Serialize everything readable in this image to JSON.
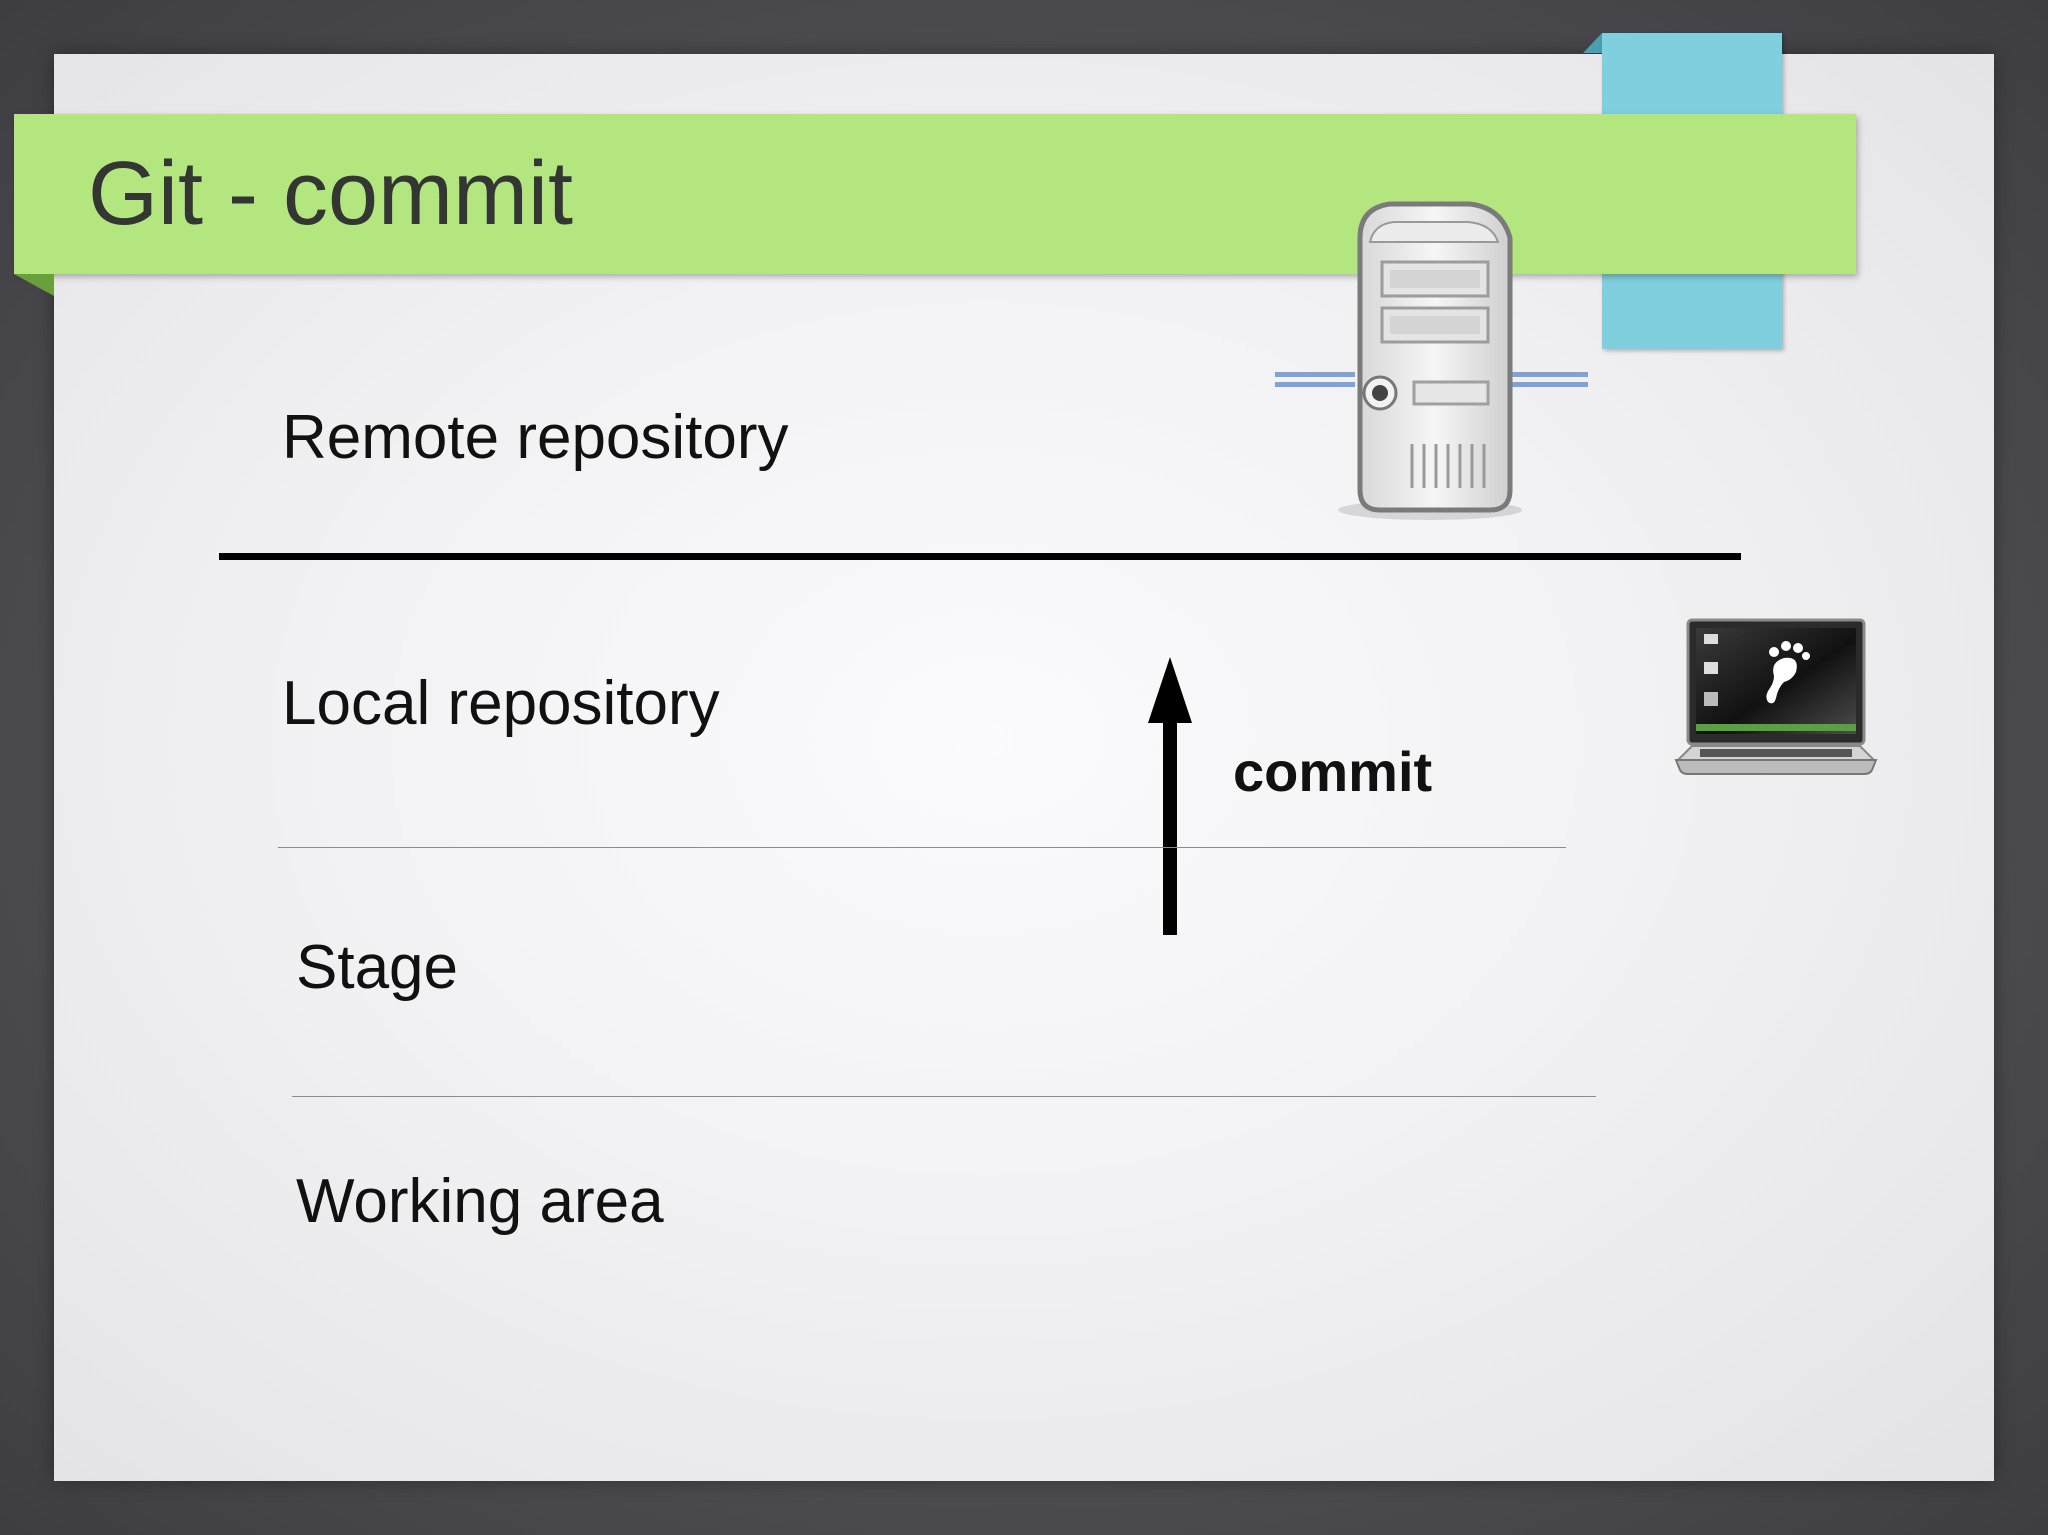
{
  "slide": {
    "title": "Git - commit"
  },
  "layers": {
    "remote": "Remote repository",
    "local": "Local repository",
    "stage": "Stage",
    "working": "Working area"
  },
  "action": {
    "label": "commit"
  },
  "icons": {
    "remote": "server-icon",
    "local": "laptop-icon",
    "direction": "arrow-up-icon"
  },
  "colors": {
    "title_bar": "#b3e67f",
    "accent_tab": "#80cfdf",
    "text": "#111111"
  }
}
